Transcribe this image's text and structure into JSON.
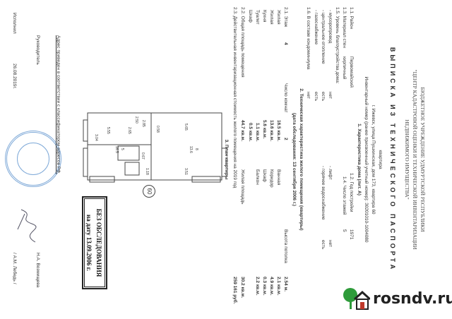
{
  "header": {
    "org_line1": "БЮДЖЕТНОЕ УЧРЕЖДЕНИЕ УДМУРТСКОЙ РЕСПУБЛИКИ",
    "org_line2": "\"ЦЕНТР КАДАСТРОВОЙ ОЦЕНКИ И ТЕХНИЧЕСКОЙ ИНВЕНТАРИЗАЦИИ",
    "org_line3": "НЕДВИЖИМОГО ИМУЩЕСТВА\"",
    "title": "ВЫПИСКА ИЗ ТЕХНИЧЕСКОГО ПАСПОРТА",
    "object": "квартира",
    "address": "г. Ижевск, улица Пушкинская, дом 173, квартира 60",
    "inventory": "Инвентарный номер (ранее присвоенный учетный номер): 30201010-1004080"
  },
  "house": {
    "heading": "1. Характеристика дома (лит. А)",
    "district_label": "1.1. Район",
    "district": "Первомайский",
    "year_label": "1.2. Год постройки",
    "year": "1971",
    "material_label": "1.3. Материал стен",
    "material": "кирпичный",
    "floors_label": "1.4. Число этажей",
    "floors": "5",
    "amenities_label": "1.5. Уровень благоустройства дома:",
    "garbage_label": "- мусоропровод",
    "garbage": "нет",
    "lift_label": "- лифт",
    "lift": "нет",
    "heating_label": "- центральное отопление",
    "heating": "есть",
    "hotwater_label": "- горячее водоснабжение",
    "hotwater": "есть",
    "gas_label": "- газоснабжение",
    "gas": "есть",
    "condo_label": "1.6. В составе кондоминиума",
    "condo": "нет"
  },
  "apartment": {
    "heading": "2. Техническая характеристика жилого помещения (квартиры)",
    "survey_date": "(дата обследования:  13 сентября 2006 г.)",
    "floor_label": "2.1. Этаж",
    "floor": "4",
    "rooms_label": "Число комнат",
    "rooms": "2",
    "ceiling_label": "Высота потолка",
    "ceiling": "2.54 м.",
    "left_rooms": [
      {
        "name": "Жилая",
        "area": "16.5 кв.м."
      },
      {
        "name": "Жилая",
        "area": "13.6 кв.м."
      },
      {
        "name": "Кухня",
        "area": "5.6 кв.м."
      },
      {
        "name": "Туалет",
        "area": "1.1 кв.м."
      },
      {
        "name": "Шкаф",
        "area": "0.5 кв.м."
      }
    ],
    "right_rooms": [
      {
        "name": "Ванная",
        "area": "2.1 кв.м."
      },
      {
        "name": "Коридор",
        "area": "4.9 кв.м."
      },
      {
        "name": "Шкаф",
        "area": "0.3 кв.м."
      },
      {
        "name": "Балкон",
        "area": "2.2 кв.м."
      }
    ],
    "total_label": "2.2. Общая площадь помещения",
    "total": "44.7 кв.м.",
    "living_label": "Жилая площадь",
    "living": "30.2 кв.м.",
    "value_label": "2.3. Действительная инвентаризационная стоимость жилого помещения на 2019 год",
    "value": "259 161 руб."
  },
  "plan": {
    "heading": "3. План квартиры",
    "apartment_number": "60",
    "labels": [
      "5.55",
      "3.04",
      "5\n16.5",
      "2.65",
      "0.67",
      "2.85",
      "2.50",
      "1.18",
      "3.51",
      "5.65",
      "8\n13.6",
      "0.58"
    ]
  },
  "stamp": {
    "line1": "БЕЗ ОБСЛЕДОВАНИЯ",
    "line2": "на дату 13.09.2006 г."
  },
  "footer": {
    "address_note": "Адрес приведен в соответствии с классификатором адресов РФ.",
    "head_label": "Руководитель",
    "head_name": "Н.А. Возмищева",
    "executor_label": "Исполнил",
    "executor_date": "26.08.2019г.",
    "executor_name": "/ А.М. Лебедь /"
  },
  "watermark": {
    "text": "rosndv.ru",
    "color": "#222222",
    "icon_color": "#2e9b3a",
    "house_color": "#c0392b"
  }
}
